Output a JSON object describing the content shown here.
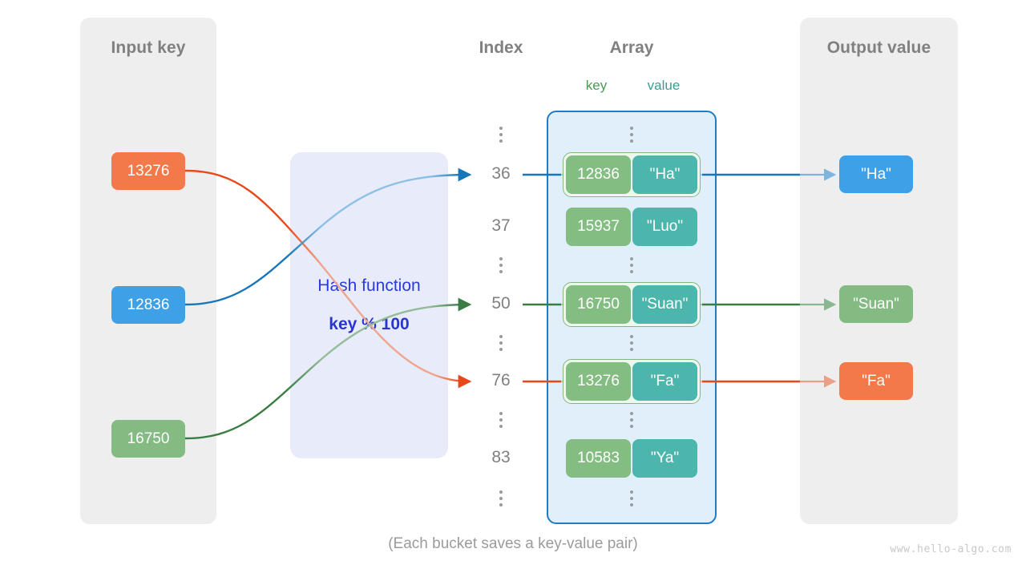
{
  "panels": {
    "input": {
      "title": "Input key"
    },
    "output": {
      "title": "Output value"
    }
  },
  "headers": {
    "index": "Index",
    "array": "Array",
    "key": "key",
    "value": "value"
  },
  "hash": {
    "title": "Hash function",
    "formula": "key % 100"
  },
  "input_keys": [
    {
      "label": "13276",
      "color": "#f4794a"
    },
    {
      "label": "12836",
      "color": "#3ea1e8"
    },
    {
      "label": "16750",
      "color": "#83bb83"
    }
  ],
  "output_values": [
    {
      "label": "\"Ha\"",
      "color": "#3ea1e8"
    },
    {
      "label": "\"Suan\"",
      "color": "#83bb83"
    },
    {
      "label": "\"Fa\"",
      "color": "#f4794a"
    }
  ],
  "index_column": [
    "⋮",
    "36",
    "37",
    "⋮",
    "50",
    "⋮",
    "76",
    "⋮",
    "83",
    "⋮"
  ],
  "buckets": [
    {
      "index": "36",
      "key": "12836",
      "value": "\"Ha\"",
      "highlighted": true
    },
    {
      "index": "37",
      "key": "15937",
      "value": "\"Luo\"",
      "highlighted": false
    },
    {
      "index": "50",
      "key": "16750",
      "value": "\"Suan\"",
      "highlighted": true
    },
    {
      "index": "76",
      "key": "13276",
      "value": "\"Fa\"",
      "highlighted": true
    },
    {
      "index": "83",
      "key": "10583",
      "value": "\"Ya\"",
      "highlighted": false
    }
  ],
  "mappings": [
    {
      "from_key": "13276",
      "to_index": "76",
      "out_value": "\"Fa\"",
      "color": "#e8491b"
    },
    {
      "from_key": "12836",
      "to_index": "36",
      "out_value": "\"Ha\"",
      "color": "#1976b8"
    },
    {
      "from_key": "16750",
      "to_index": "50",
      "out_value": "\"Suan\"",
      "color": "#3a7d44"
    }
  ],
  "colors": {
    "panel_bg": "#eeeeee",
    "hash_bg": "#e8ecfa",
    "hash_text": "#2a3ae0",
    "array_bg": "#e0effa",
    "array_border": "#1e7cc0",
    "bucket_key": "#84bd82",
    "bucket_value": "#4db6ac",
    "bucket_outline": "#7fb97f",
    "heading": "#808080",
    "muted": "#9b9b9b"
  },
  "caption": "(Each bucket saves a key-value pair)",
  "watermark": "www.hello-algo.com"
}
